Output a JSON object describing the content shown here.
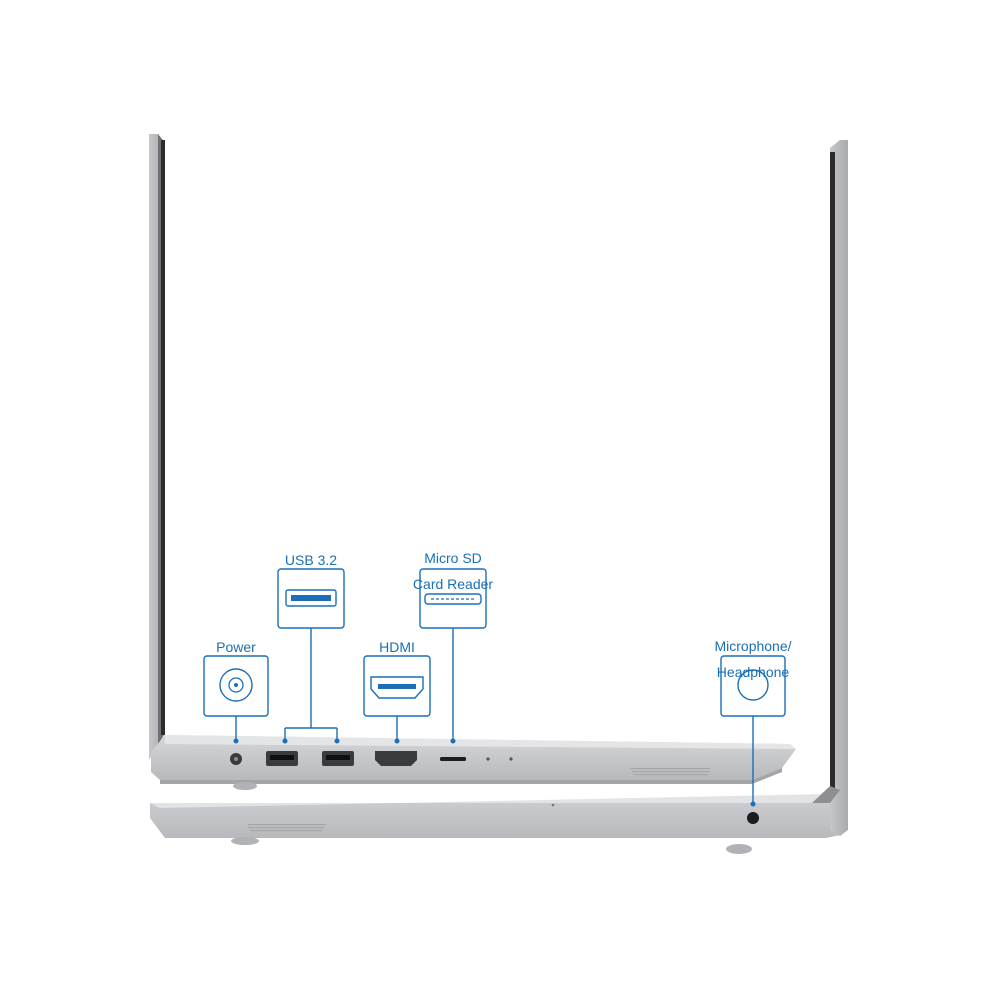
{
  "ports": {
    "power": {
      "label": "Power",
      "icon": "power-plug-icon"
    },
    "usb": {
      "label": "USB 3.2",
      "icon": "usb-port-icon"
    },
    "hdmi": {
      "label": "HDMI",
      "icon": "hdmi-port-icon"
    },
    "sd": {
      "label_line1": "Micro SD",
      "label_line2": "Card Reader",
      "icon": "micro-sd-slot-icon"
    },
    "audio": {
      "label_line1": "Microphone/",
      "label_line2": "Headphone",
      "icon": "audio-jack-icon"
    }
  },
  "colors": {
    "accent": "#1a6fb8",
    "chassis": "#c9cacc",
    "chassis_dark": "#9fa1a4",
    "bezel": "#2b2c2e"
  }
}
